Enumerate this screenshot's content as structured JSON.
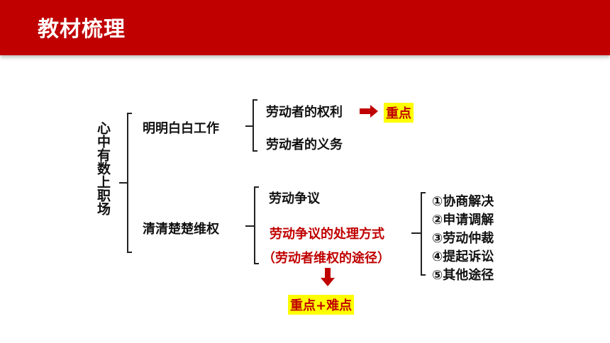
{
  "header": {
    "title": "教材梳理",
    "background_color": "#c00000"
  },
  "mindmap": {
    "root": "心中有数上职场",
    "branch1": {
      "label": "明明白白工作",
      "items": [
        "劳动者的权利",
        "劳动者的义务"
      ],
      "key_point": "重点"
    },
    "branch2": {
      "label": "清清楚楚维权",
      "items": [
        "劳动争议",
        "劳动争议的处理方式",
        "（劳动者维权的途径）"
      ],
      "key_point": "重点+难点",
      "methods": [
        "①协商解决",
        "②申请调解",
        "③劳动仲裁",
        "④提起诉讼",
        "⑤其他途径"
      ]
    }
  },
  "colors": {
    "accent_red": "#c00000",
    "highlight_yellow": "#ffff00"
  }
}
